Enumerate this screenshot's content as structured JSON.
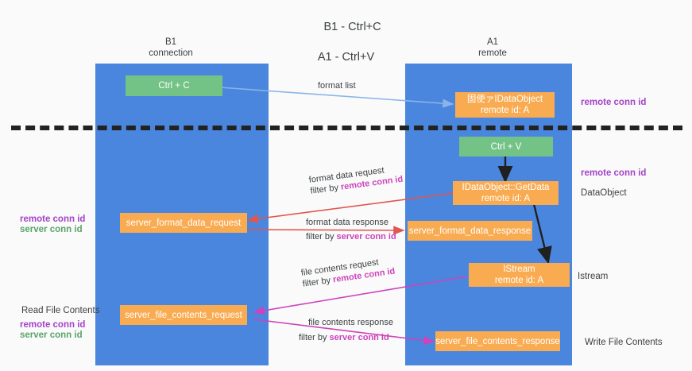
{
  "title": {
    "line1": "B1 - Ctrl+C",
    "line2": "A1 - Ctrl+V"
  },
  "columns": {
    "left": {
      "name": "B1",
      "role": "connection"
    },
    "right": {
      "name": "A1",
      "role": "remote"
    }
  },
  "nodes": {
    "ctrl_c": {
      "label": "Ctrl + C"
    },
    "data_object_remote": {
      "line1": "固使ァIDataObject",
      "line2": "remote id: A"
    },
    "ctrl_v": {
      "label": "Ctrl + V"
    },
    "get_data": {
      "line1": "IDataObject::GetData",
      "line2": "remote id: A"
    },
    "server_format_data_request": {
      "label": "server_format_data_request"
    },
    "server_format_data_response": {
      "label": "server_format_data_response"
    },
    "istream": {
      "line1": "IStream",
      "line2": "remote id: A"
    },
    "server_file_contents_request": {
      "label": "server_file_contents_request"
    },
    "server_file_contents_response": {
      "label": "server_file_contents_response"
    }
  },
  "edges": {
    "format_list": {
      "text": "format list"
    },
    "format_data_request": {
      "line1": "format data request",
      "line2_prefix": "filter by ",
      "line2_em": "remote conn id"
    },
    "format_data_response": {
      "line1": "format data response",
      "line2_prefix": "filter by ",
      "line2_em": "server conn id"
    },
    "file_contents_request": {
      "line1": "file contents request",
      "line2_prefix": "filter by ",
      "line2_em": "remote conn id"
    },
    "file_contents_response": {
      "line1": "file contents response",
      "line2_prefix": "filter by ",
      "line2_em": "server conn id"
    }
  },
  "annotations": {
    "right_remote_conn_id_top": "remote conn id",
    "right_remote_conn_id_mid": "remote conn id",
    "right_data_object": "DataObject",
    "right_istream": "Istream",
    "right_write_file_contents": "Write File Contents",
    "left_remote_conn_id_mid": "remote conn id",
    "left_server_conn_id_mid": "server conn id",
    "left_read_file_contents": "Read File Contents",
    "left_remote_conn_id_bottom": "remote conn id",
    "left_server_conn_id_bottom": "server conn id"
  },
  "colors": {
    "lane": "#4a86dd",
    "green_node": "#73c386",
    "orange_node": "#f9ab52",
    "purple_text": "#a442c8",
    "green_text": "#5aa469",
    "magenta_edge": "#cc44bb",
    "red_edge": "#e0574f",
    "blue_edge": "#8ab4e8",
    "black_edge": "#202020",
    "background": "#fafafa"
  }
}
